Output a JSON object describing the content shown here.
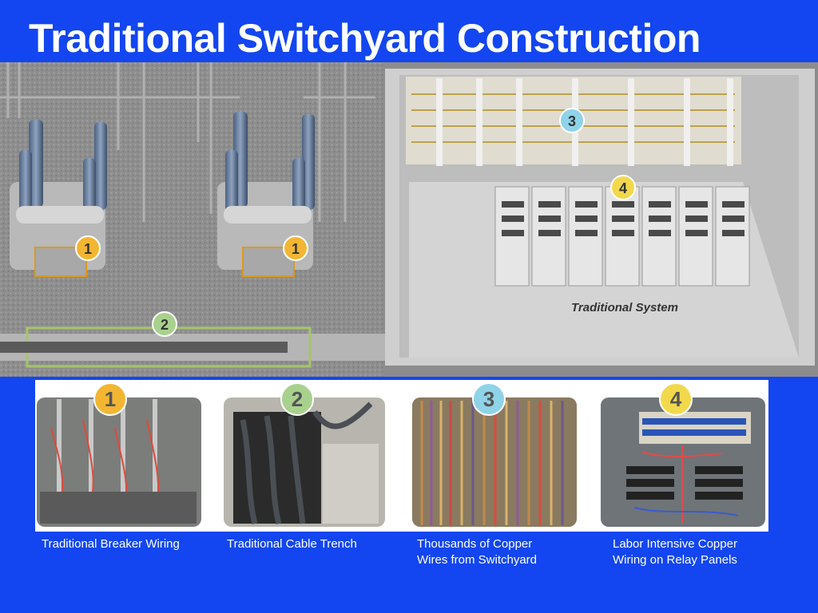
{
  "slide": {
    "title": "Traditional Switchyard Construction",
    "background_color": "#1346f0"
  },
  "illustration": {
    "badges": [
      "1",
      "1",
      "2",
      "3",
      "4"
    ],
    "system_label": "Traditional System"
  },
  "photos": [
    {
      "badge": "1",
      "badge_color": "#f2b632"
    },
    {
      "badge": "2",
      "badge_color": "#a9d18e"
    },
    {
      "badge": "3",
      "badge_color": "#8fd3e8"
    },
    {
      "badge": "4",
      "badge_color": "#f2d94b"
    }
  ],
  "captions": [
    {
      "line1": "Traditional Breaker Wiring",
      "line2": ""
    },
    {
      "line1": "Traditional Cable Trench",
      "line2": ""
    },
    {
      "line1": "Thousands of Copper",
      "line2": "Wires from Switchyard"
    },
    {
      "line1": "Labor Intensive Copper",
      "line2": "Wiring on Relay Panels"
    }
  ]
}
